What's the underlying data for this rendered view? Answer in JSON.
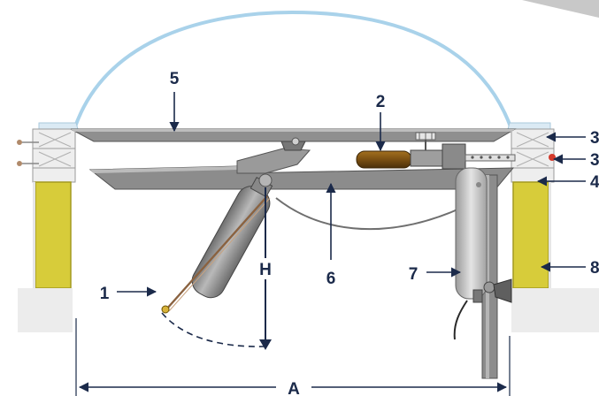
{
  "labels": {
    "n1": "1",
    "n2": "2",
    "n3a": "3",
    "n3b": "3",
    "n4": "4",
    "n5": "5",
    "n6": "6",
    "n7": "7",
    "n8": "8",
    "h": "H",
    "a": "A"
  },
  "colors": {
    "label": "#1b2a4a",
    "arrow": "#1b2a4a",
    "insulation": "#d7cc3a",
    "panel": "#8f8f8f",
    "dome": "#a9d2ea",
    "curb": "#e9e9e9"
  }
}
